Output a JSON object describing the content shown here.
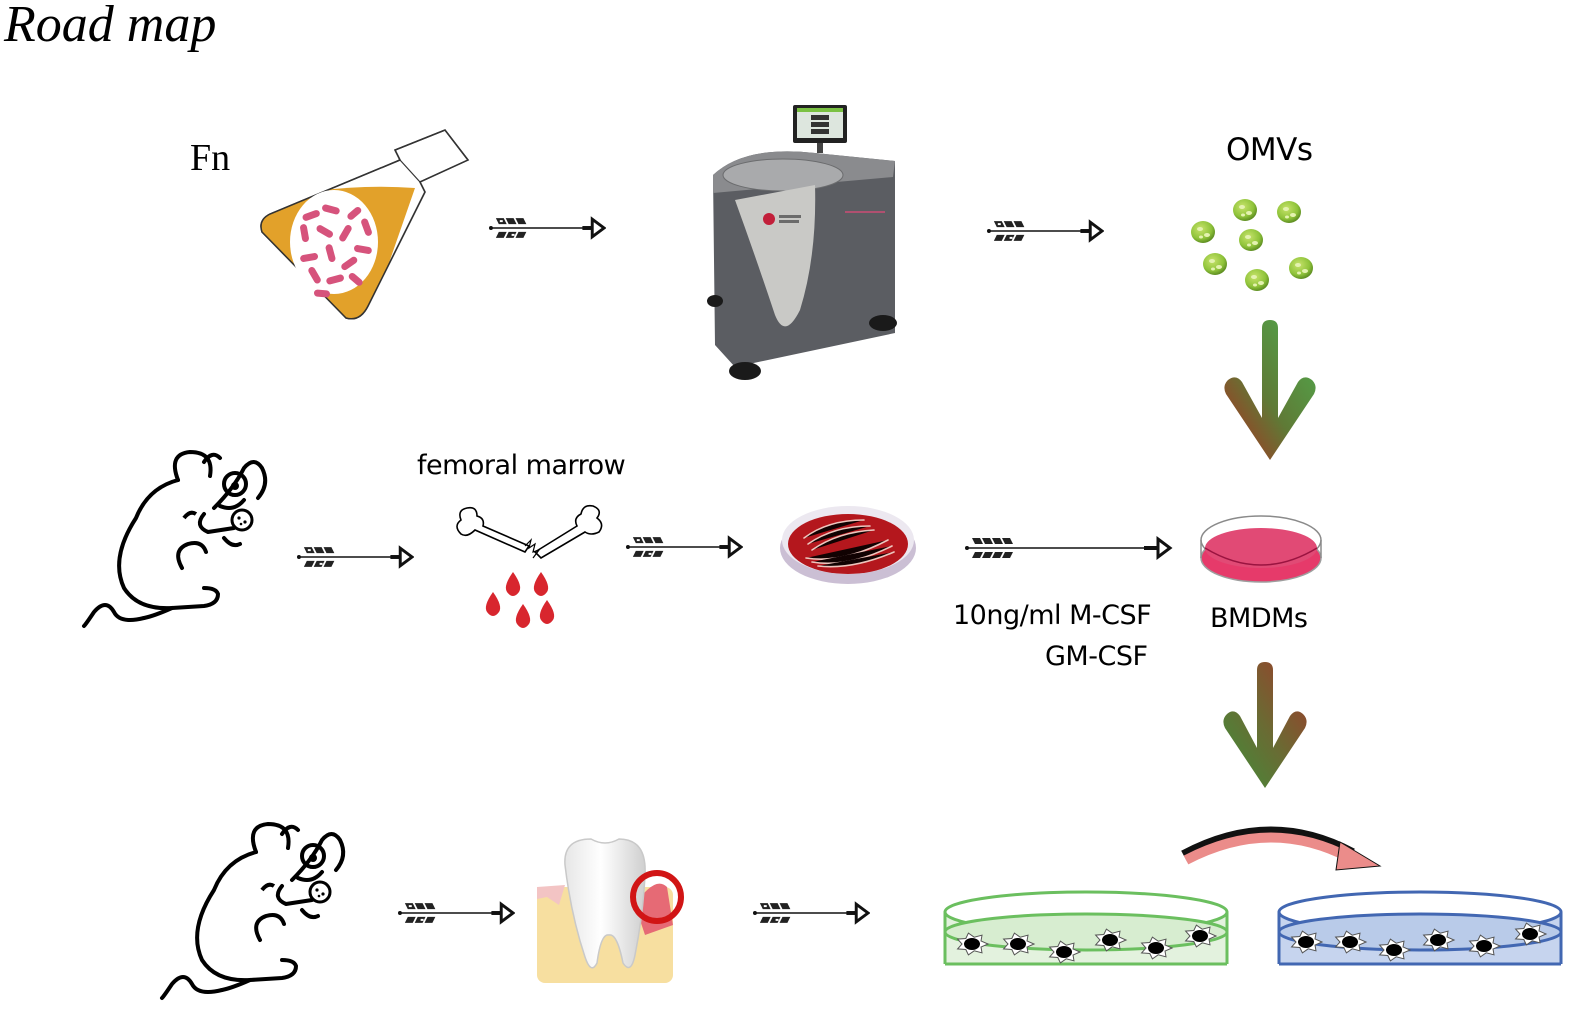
{
  "title": "Road map",
  "labels": {
    "fn": "Fn",
    "omvs": "OMVs",
    "femoral_marrow": "femoral marrow",
    "concentration": "10ng/ml  M-CSF",
    "gm_csf": "GM-CSF",
    "bmdms": "BMDMs"
  },
  "steps": [
    {
      "row": 1,
      "items": [
        "fn-culture-flask",
        "ultracentrifuge",
        "omvs-vesicles"
      ]
    },
    {
      "row": 2,
      "items": [
        "mouse",
        "femoral-bone-marrow",
        "blood-agar-plate",
        "bmdm-culture-dish"
      ]
    },
    {
      "row": 3,
      "items": [
        "periodontitis-mouse",
        "inflamed-gingiva-tooth",
        "green-culture-dish",
        "blue-culture-dish"
      ]
    }
  ],
  "colors": {
    "flask_medium": "#e2a12a",
    "bacteria": "#d6537c",
    "omv_green": "#8fc33a",
    "blood_red": "#d8262e",
    "agar_red": "#b4171d",
    "bmdm_pink": "#e63a6a",
    "arrow_green": "#4e9a45",
    "arrow_brown": "#a0392a",
    "dish_green": "#6bbf5f",
    "dish_blue": "#4267b2",
    "curved_arrow_pink": "#eb8c8a",
    "inflammation_ring": "#d11515"
  }
}
